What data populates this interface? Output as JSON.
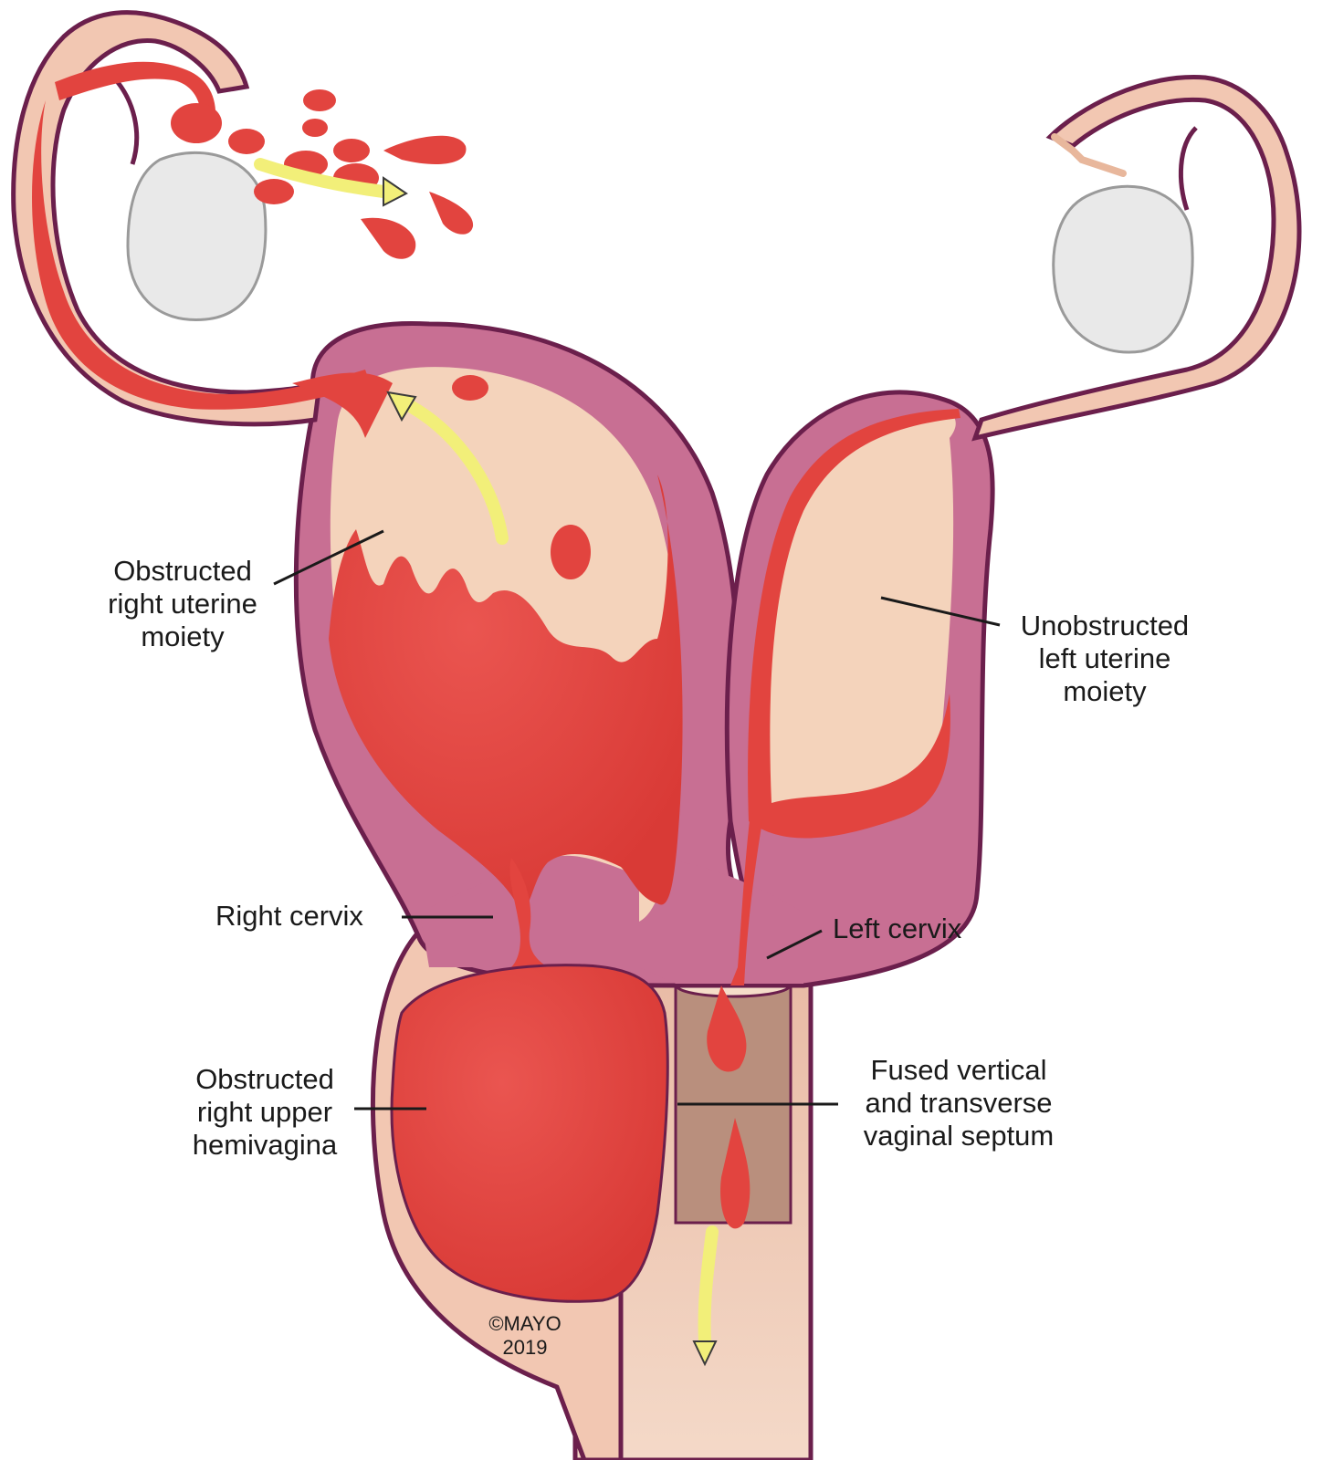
{
  "labels": {
    "obstructed_right_uterine_moiety": [
      "Obstructed",
      "right uterine",
      "moiety"
    ],
    "unobstructed_left_uterine_moiety": [
      "Unobstructed",
      "left uterine",
      "moiety"
    ],
    "right_cervix": "Right cervix",
    "left_cervix": "Left cervix",
    "obstructed_right_upper_hemivagina": [
      "Obstructed",
      "right upper",
      "hemivagina"
    ],
    "fused_septum": [
      "Fused vertical",
      "and transverse",
      "vaginal septum"
    ]
  },
  "credit": [
    "©MAYO",
    "2019"
  ],
  "colors": {
    "wall": "#c86f93",
    "wall_outline": "#6b1f4c",
    "lumen": "#f4d3bb",
    "blood": "#e2443f",
    "blood_highlight": "#f07a6a",
    "ovary": "#e9e9e9",
    "septum": "#b98f7d",
    "vagina": "#f0c9b2",
    "arrow": "#f2ef79",
    "leader": "#1a1a1a"
  }
}
